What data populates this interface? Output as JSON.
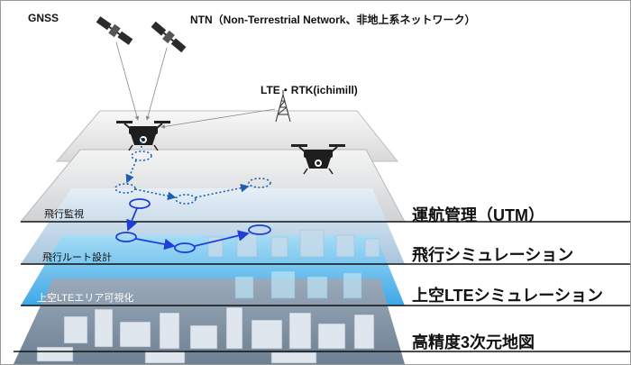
{
  "labels": {
    "gnss": "GNSS",
    "ntn": "NTN（Non-Terrestrial Network、非地上系ネットワーク）",
    "lte_rtk": "LTE・RTK(ichimill)"
  },
  "layers": [
    {
      "label": "飛行監視",
      "side": "運航管理（UTM）"
    },
    {
      "label": "飛行ルート設計",
      "side": "飛行シミュレーション"
    },
    {
      "label": "上空LTEエリア可視化",
      "side": "上空LTEシミュレーション"
    },
    {
      "label": "",
      "side": "高精度3次元地図"
    }
  ],
  "icons": {
    "satellite": "satellite-icon",
    "drone": "drone-icon",
    "tower": "cell-tower-icon"
  },
  "colors": {
    "monitor_path": "#1a5fb4",
    "route_path": "#1f3fd6",
    "lte_layer": "#4fb6ea",
    "map_layer": "#7f94aa",
    "separator": "#111111"
  }
}
